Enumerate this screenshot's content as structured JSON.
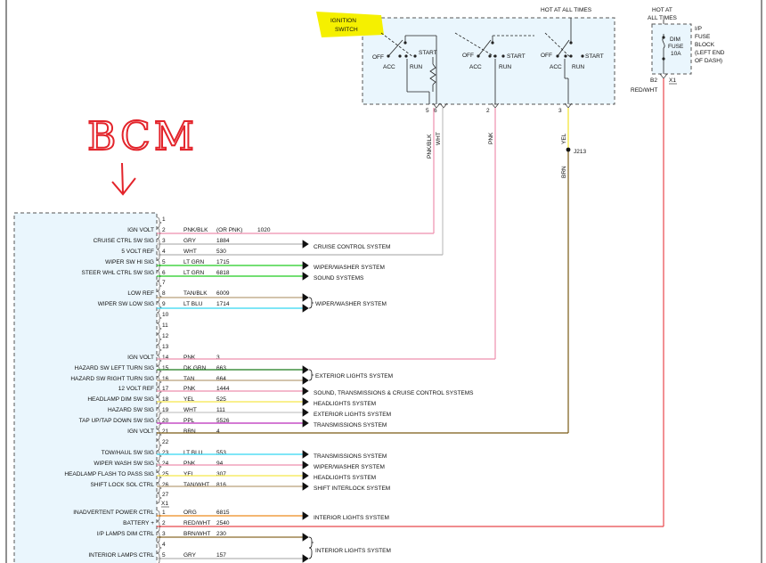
{
  "annotation": {
    "label": "BCM",
    "arrow": "↓"
  },
  "ignition": {
    "callout": [
      "IGNITION",
      "SWITCH"
    ],
    "hot": "HOT AT ALL TIMES",
    "sections": [
      {
        "off": "OFF",
        "acc": "ACC",
        "run": "RUN",
        "start": "START"
      },
      {
        "off": "OFF",
        "acc": "ACC",
        "run": "RUN",
        "start": "START"
      },
      {
        "off": "OFF",
        "acc": "ACC",
        "run": "RUN",
        "start": "START"
      }
    ],
    "pins": [
      "5",
      "6",
      "2",
      "3"
    ],
    "wire_labels": [
      "PNK/BLK",
      "WHT",
      "PNK",
      "YEL",
      "BRN"
    ],
    "splice": "J213"
  },
  "fuse": {
    "hot": [
      "HOT AT",
      "ALL TIMES"
    ],
    "block": [
      "I/P",
      "FUSE",
      "BLOCK",
      "(LEFT END",
      "OF DASH)"
    ],
    "fuse_label": [
      "DIM",
      "FUSE",
      "10A"
    ],
    "pin": "B2",
    "connector": "X1",
    "wire": "RED/WHT"
  },
  "connectors": {
    "x1": "X1"
  },
  "rows": [
    {
      "pin": "1",
      "name": "",
      "color": "",
      "circuit": "",
      "extra": ""
    },
    {
      "pin": "2",
      "name": "IGN VOLT",
      "color": "PNK/BLK",
      "circuit": "(OR PNK)",
      "extra": "1020"
    },
    {
      "pin": "3",
      "name": "CRUISE CTRL SW SIG",
      "color": "GRY",
      "circuit": "1884",
      "extra": ""
    },
    {
      "pin": "4",
      "name": "5 VOLT REF",
      "color": "WHT",
      "circuit": "530",
      "extra": ""
    },
    {
      "pin": "5",
      "name": "WIPER SW HI SIG",
      "color": "LT GRN",
      "circuit": "1715",
      "extra": ""
    },
    {
      "pin": "6",
      "name": "STEER WHL CTRL SW SIG",
      "color": "LT GRN",
      "circuit": "6818",
      "extra": ""
    },
    {
      "pin": "7",
      "name": "",
      "color": "",
      "circuit": "",
      "extra": ""
    },
    {
      "pin": "8",
      "name": "LOW REF",
      "color": "TAN/BLK",
      "circuit": "6009",
      "extra": ""
    },
    {
      "pin": "9",
      "name": "WIPER SW LOW SIG",
      "color": "LT BLU",
      "circuit": "1714",
      "extra": ""
    },
    {
      "pin": "10",
      "name": "",
      "color": "",
      "circuit": "",
      "extra": ""
    },
    {
      "pin": "11",
      "name": "",
      "color": "",
      "circuit": "",
      "extra": ""
    },
    {
      "pin": "12",
      "name": "",
      "color": "",
      "circuit": "",
      "extra": ""
    },
    {
      "pin": "13",
      "name": "",
      "color": "",
      "circuit": "",
      "extra": ""
    },
    {
      "pin": "14",
      "name": "IGN VOLT",
      "color": "PNK",
      "circuit": "3",
      "extra": ""
    },
    {
      "pin": "15",
      "name": "HAZARD SW LEFT TURN SIG",
      "color": "DK GRN",
      "circuit": "663",
      "extra": ""
    },
    {
      "pin": "16",
      "name": "HAZARD SW RIGHT TURN SIG",
      "color": "TAN",
      "circuit": "664",
      "extra": ""
    },
    {
      "pin": "17",
      "name": "12 VOLT REF",
      "color": "PNK",
      "circuit": "1444",
      "extra": ""
    },
    {
      "pin": "18",
      "name": "HEADLAMP DIM SW SIG",
      "color": "YEL",
      "circuit": "525",
      "extra": ""
    },
    {
      "pin": "19",
      "name": "HAZARD SW SIG",
      "color": "WHT",
      "circuit": "111",
      "extra": ""
    },
    {
      "pin": "20",
      "name": "TAP UP/TAP DOWN SW SIG",
      "color": "PPL",
      "circuit": "5526",
      "extra": ""
    },
    {
      "pin": "21",
      "name": "IGN VOLT",
      "color": "BRN",
      "circuit": "4",
      "extra": ""
    },
    {
      "pin": "22",
      "name": "",
      "color": "",
      "circuit": "",
      "extra": ""
    },
    {
      "pin": "23",
      "name": "TOW/HAUL SW SIG",
      "color": "LT BLU",
      "circuit": "553",
      "extra": ""
    },
    {
      "pin": "24",
      "name": "WIPER WASH SW SIG",
      "color": "PNK",
      "circuit": "94",
      "extra": ""
    },
    {
      "pin": "25",
      "name": "HEADLAMP FLASH TO PASS SIG",
      "color": "YEL",
      "circuit": "307",
      "extra": ""
    },
    {
      "pin": "26",
      "name": "SHIFT LOCK SOL CTRL",
      "color": "TAN/WHT",
      "circuit": "816",
      "extra": ""
    },
    {
      "pin": "27",
      "name": "",
      "color": "",
      "circuit": "",
      "extra": ""
    },
    {
      "pin": "1",
      "name": "INADVERTENT POWER CTRL",
      "color": "ORG",
      "circuit": "6815",
      "extra": ""
    },
    {
      "pin": "2",
      "name": "BATTERY +",
      "color": "RED/WHT",
      "circuit": "2540",
      "extra": ""
    },
    {
      "pin": "3",
      "name": "I/P LAMPS DIM CTRL",
      "color": "BRN/WHT",
      "circuit": "230",
      "extra": ""
    },
    {
      "pin": "4",
      "name": "",
      "color": "",
      "circuit": "",
      "extra": ""
    },
    {
      "pin": "5",
      "name": "INTERIOR LAMPS CTRL",
      "color": "GRY",
      "circuit": "157",
      "extra": ""
    }
  ],
  "systems": [
    "CRUISE CONTROL SYSTEM",
    "WIPER/WASHER SYSTEM",
    "SOUND SYSTEMS",
    "WIPER/WASHER SYSTEM",
    "EXTERIOR LIGHTS SYSTEM",
    "SOUND, TRANSMISSIONS & CRUISE CONTROL SYSTEMS",
    "HEADLIGHTS SYSTEM",
    "EXTERIOR LIGHTS SYSTEM",
    "TRANSMISSIONS SYSTEM",
    "TRANSMISSIONS SYSTEM",
    "WIPER/WASHER SYSTEM",
    "HEADLIGHTS SYSTEM",
    "SHIFT INTERLOCK SYSTEM",
    "INTERIOR LIGHTS SYSTEM",
    "INTERIOR LIGHTS SYSTEM"
  ],
  "colors": {
    "module_fill": "#eaf6fd",
    "pink": "#ee8fae",
    "gray": "#b5b5b5",
    "green": "#22cc22",
    "tan": "#b9a07a",
    "blue": "#33d6f2",
    "dkgreen": "#1a7a1a",
    "yellow": "#f5e64a",
    "purple": "#bb2bbb",
    "brown": "#7a5a14",
    "orange": "#ee8a1f",
    "red": "#e8484c",
    "highlight": "#f5f000"
  }
}
